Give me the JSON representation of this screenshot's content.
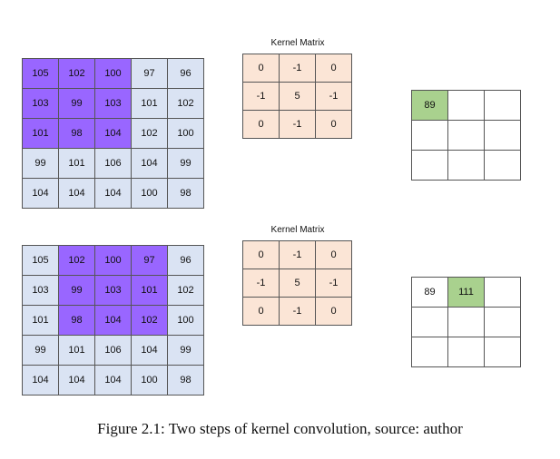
{
  "steps": [
    {
      "input": [
        [
          "105",
          "102",
          "100",
          "97",
          "96"
        ],
        [
          "103",
          "99",
          "103",
          "101",
          "102"
        ],
        [
          "101",
          "98",
          "104",
          "102",
          "100"
        ],
        [
          "99",
          "101",
          "106",
          "104",
          "99"
        ],
        [
          "104",
          "104",
          "104",
          "100",
          "98"
        ]
      ],
      "highlight": {
        "row": 0,
        "col": 0,
        "size": 3
      },
      "kernel_label": "Kernel Matrix",
      "kernel": [
        [
          "0",
          "-1",
          "0"
        ],
        [
          "-1",
          "5",
          "-1"
        ],
        [
          "0",
          "-1",
          "0"
        ]
      ],
      "output": [
        [
          "89",
          "",
          ""
        ],
        [
          "",
          "",
          ""
        ],
        [
          "",
          "",
          ""
        ]
      ],
      "output_highlight": {
        "row": 0,
        "col": 0
      }
    },
    {
      "input": [
        [
          "105",
          "102",
          "100",
          "97",
          "96"
        ],
        [
          "103",
          "99",
          "103",
          "101",
          "102"
        ],
        [
          "101",
          "98",
          "104",
          "102",
          "100"
        ],
        [
          "99",
          "101",
          "106",
          "104",
          "99"
        ],
        [
          "104",
          "104",
          "104",
          "100",
          "98"
        ]
      ],
      "highlight": {
        "row": 0,
        "col": 1,
        "size": 3
      },
      "kernel_label": "Kernel Matrix",
      "kernel": [
        [
          "0",
          "-1",
          "0"
        ],
        [
          "-1",
          "5",
          "-1"
        ],
        [
          "0",
          "-1",
          "0"
        ]
      ],
      "output": [
        [
          "89",
          "111",
          ""
        ],
        [
          "",
          "",
          ""
        ],
        [
          "",
          "",
          ""
        ]
      ],
      "output_highlight": {
        "row": 0,
        "col": 1
      }
    }
  ],
  "caption": "Figure 2.1: Two steps of kernel convolution, source: author",
  "colors": {
    "input_bg": "#dae3f3",
    "window_highlight": "#9966ff",
    "kernel_bg": "#fbe5d6",
    "output_result": "#a9d18e"
  }
}
